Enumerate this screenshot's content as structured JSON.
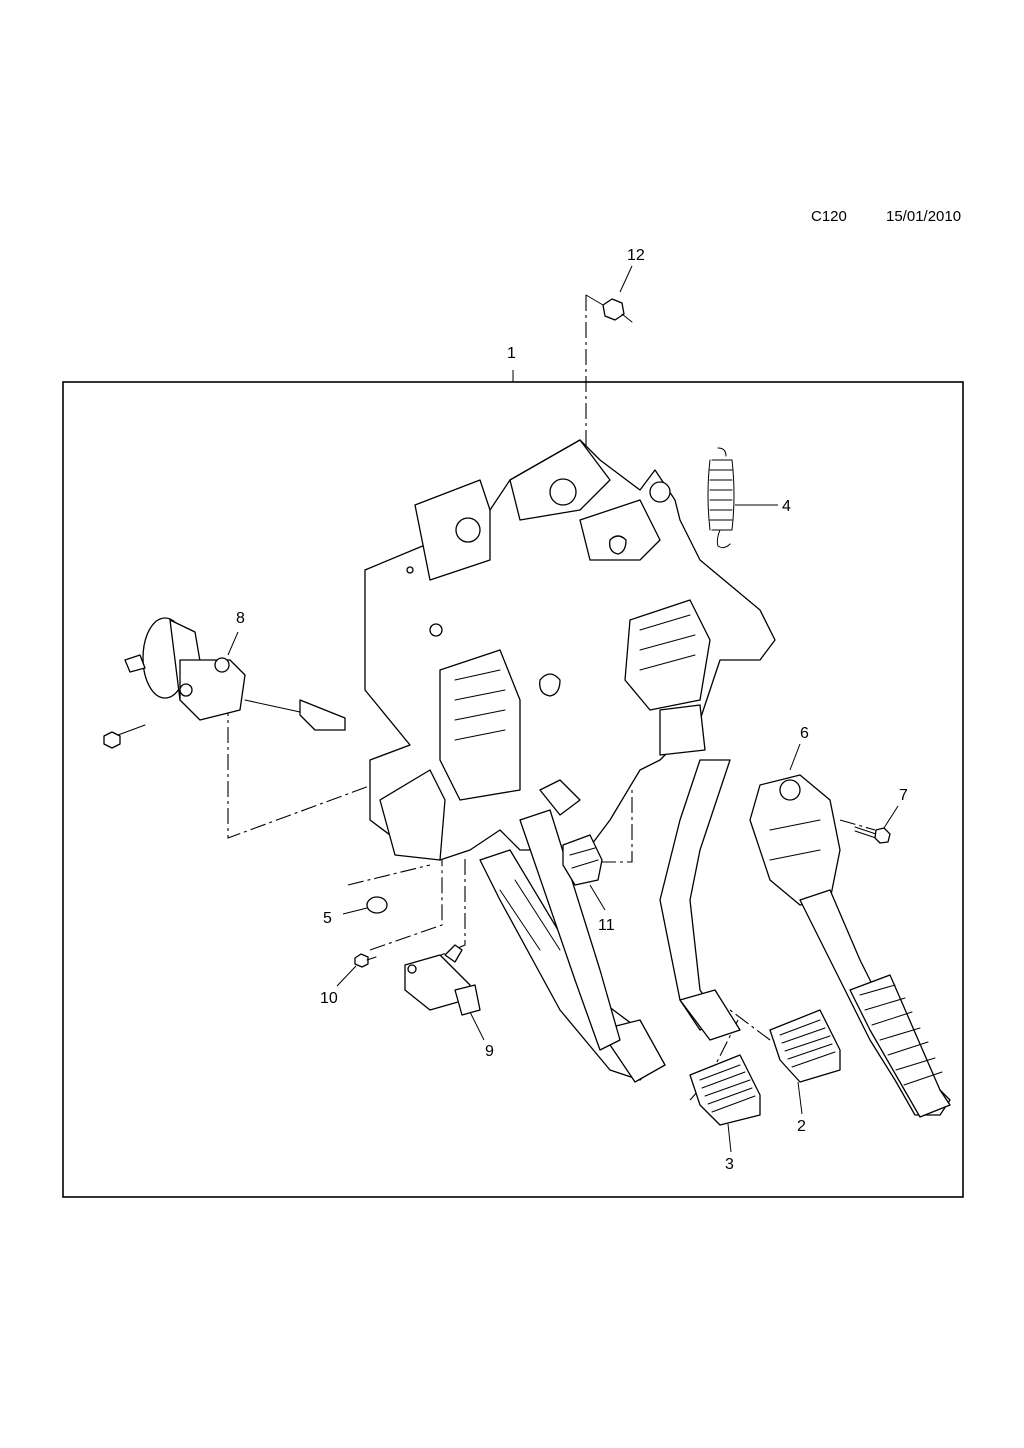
{
  "header": {
    "code": "C120",
    "date": "15/01/2010"
  },
  "callouts": [
    {
      "id": "1",
      "label": "1"
    },
    {
      "id": "2",
      "label": "2"
    },
    {
      "id": "3",
      "label": "3"
    },
    {
      "id": "4",
      "label": "4"
    },
    {
      "id": "5",
      "label": "5"
    },
    {
      "id": "6",
      "label": "6"
    },
    {
      "id": "7",
      "label": "7"
    },
    {
      "id": "8",
      "label": "8"
    },
    {
      "id": "9",
      "label": "9"
    },
    {
      "id": "10",
      "label": "10"
    },
    {
      "id": "11",
      "label": "11"
    },
    {
      "id": "12",
      "label": "12"
    }
  ]
}
